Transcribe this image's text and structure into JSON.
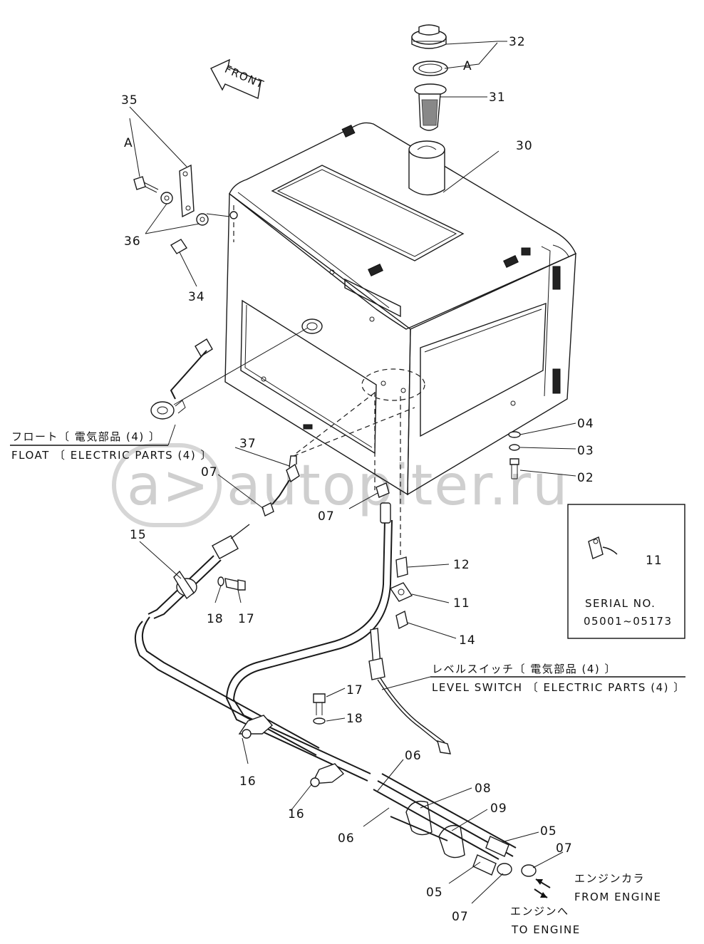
{
  "labels": {
    "p32": "32",
    "pA_top": "A",
    "p31": "31",
    "p30": "30",
    "p35": "35",
    "pA_left": "A",
    "p36": "36",
    "p34": "34",
    "p37": "37",
    "p07_a": "07",
    "p07_b": "07",
    "p15": "15",
    "p18_a": "18",
    "p17_a": "17",
    "p04": "04",
    "p03": "03",
    "p02": "02",
    "p12": "12",
    "p11_a": "11",
    "p14": "14",
    "p17_b": "17",
    "p18_b": "18",
    "p16_a": "16",
    "p16_b": "16",
    "p06_a": "06",
    "p06_b": "06",
    "p08": "08",
    "p09": "09",
    "p05_a": "05",
    "p05_b": "05",
    "p07_c": "07",
    "p07_d": "07",
    "p11_b": "11"
  },
  "front_arrow": "FRONT",
  "captions": {
    "float_jp": "フロート〔 電気部品 (4) 〕",
    "float_en": "FLOAT 〔 ELECTRIC PARTS (4) 〕",
    "level_jp": "レベルスイッチ〔 電気部品 (4) 〕",
    "level_en": "LEVEL SWITCH 〔 ELECTRIC PARTS (4) 〕",
    "from_engine_jp": "エンジンカラ",
    "from_engine_en": "FROM ENGINE",
    "to_engine_jp": "エンジンへ",
    "to_engine_en": "TO ENGINE"
  },
  "serial_box": {
    "title": "SERIAL NO.",
    "range": "05001~05173"
  },
  "watermark": "autopiter.ru"
}
